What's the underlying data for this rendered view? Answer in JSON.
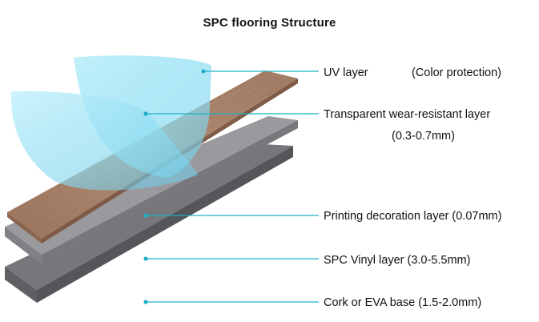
{
  "title": "SPC flooring Structure",
  "colors": {
    "leader": "#1fb1c6",
    "dot": "#1fb1c6",
    "wood": "#a9826a",
    "spc": "#8f8f93",
    "base": "#6b6b70",
    "uv": "#9fe3f4"
  },
  "layers": [
    {
      "label": "UV layer",
      "note": "(Color protection)"
    },
    {
      "label": "Transparent wear-resistant layer",
      "note": "(0.3-0.7mm)"
    },
    {
      "label": "Printing decoration layer (0.07mm)"
    },
    {
      "label": "SPC Vinyl layer (3.0-5.5mm)"
    },
    {
      "label": "Cork or EVA base (1.5-2.0mm)"
    }
  ]
}
